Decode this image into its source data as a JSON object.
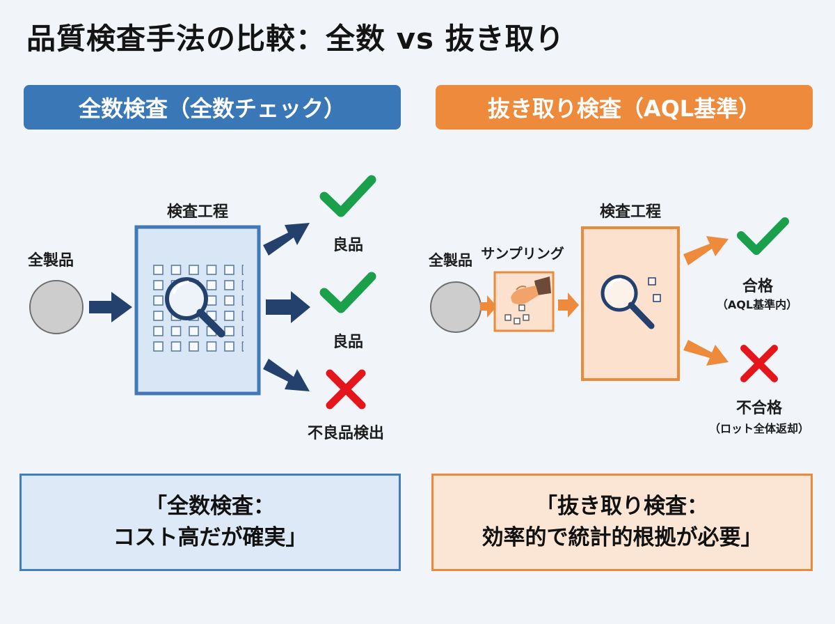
{
  "title": "品質検査手法の比較：全数 vs 抜き取り",
  "full_inspection": {
    "banner": "全数検査（全数チェック）",
    "input_label": "全製品",
    "process_label": "検査工程",
    "outputs": [
      "良品",
      "良品",
      "不良品検出"
    ],
    "summary": [
      "「全数検査：",
      "コスト高だが確実」"
    ]
  },
  "sampling_inspection": {
    "banner": "抜き取り検査（AQL基準）",
    "input_label": "全製品",
    "sampling_label": "サンプリング",
    "process_label": "検査工程",
    "pass_label": "合格",
    "pass_note": "（AQL基準内）",
    "fail_label": "不合格",
    "fail_note": "（ロット全体返却）",
    "summary": [
      "「抜き取り検査：",
      "効率的で統計的根拠が必要」"
    ]
  },
  "colors": {
    "blue": "#3a77b7",
    "orange": "#ee8a3b",
    "navy_arrow": "#24416e",
    "check_green": "#1aa04a",
    "cross_red": "#e4161b"
  },
  "icons": [
    "magnifier-icon",
    "check-icon",
    "cross-icon",
    "hand-icon",
    "arrow-icon"
  ]
}
